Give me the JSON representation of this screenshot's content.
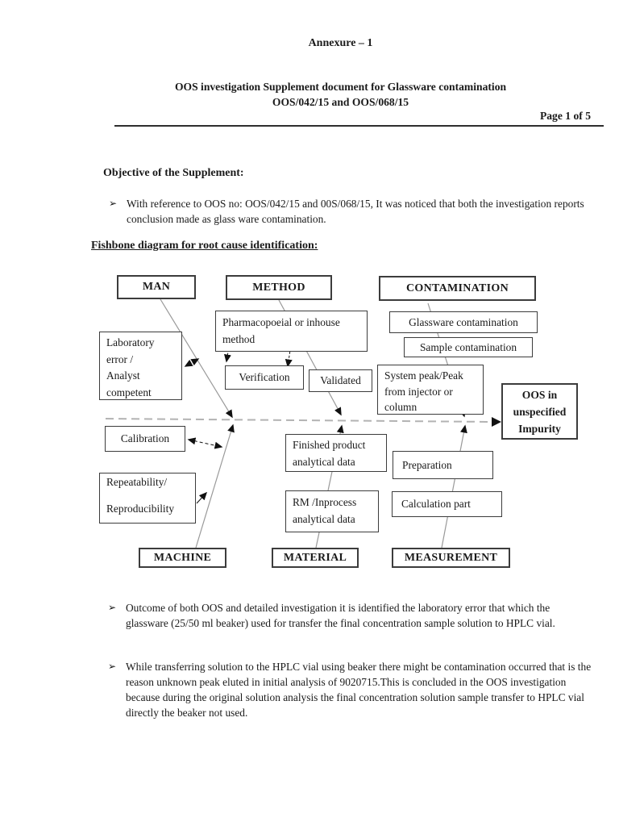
{
  "header": {
    "annexure": "Annexure – 1",
    "title_line1": "OOS investigation Supplement document for Glassware contamination",
    "title_line2": "OOS/042/15 and OOS/068/15",
    "page_label": "Page 1 of 5"
  },
  "glyphs": {
    "bullet": "➢"
  },
  "objective": {
    "heading": "Objective of the  Supplement:",
    "bullet": "With reference to OOS no: OOS/042/15 and 00S/068/15, It was noticed that both the investigation reports conclusion made as glass ware contamination."
  },
  "fishbone": {
    "heading": "Fishbone diagram for root cause identification:",
    "categories": {
      "man": "MAN",
      "method": "METHOD",
      "contamination": "CONTAMINATION",
      "machine": "MACHINE",
      "material": "MATERIAL",
      "measurement": "MEASUREMENT"
    },
    "causes": {
      "lab_error": "Laboratory\nerror /\nAnalyst\ncompetent",
      "pharmacopoeial": "Pharmacopoeial or inhouse\nmethod",
      "verification": "Verification",
      "validated": "Validated",
      "glassware": "Glassware contamination",
      "sample": "Sample contamination",
      "system_peak": "System peak/Peak\nfrom injector or\ncolumn",
      "calibration": "Calibration",
      "repeatability": "Repeatability/\n\nReproducibility",
      "finished_product": "Finished product\nanalytical data",
      "rm_inprocess": "RM /Inprocess\nanalytical data",
      "preparation": "Preparation",
      "calculation": "Calculation part"
    },
    "effect": "OOS in\nunspecified\nImpurity"
  },
  "findings": {
    "outcome": "Outcome of both OOS and detailed investigation it is identified the laboratory error that which the glassware (25/50 ml beaker) used for transfer the final concentration sample solution to HPLC vial.",
    "transfer": "While transferring solution to  the HPLC vial using beaker there might be contamination occurred  that is the reason unknown peak eluted in initial analysis of 9020715.This is concluded in the OOS investigation because during the original solution analysis the final concentration solution sample transfer to HPLC vial directly the beaker not used."
  }
}
